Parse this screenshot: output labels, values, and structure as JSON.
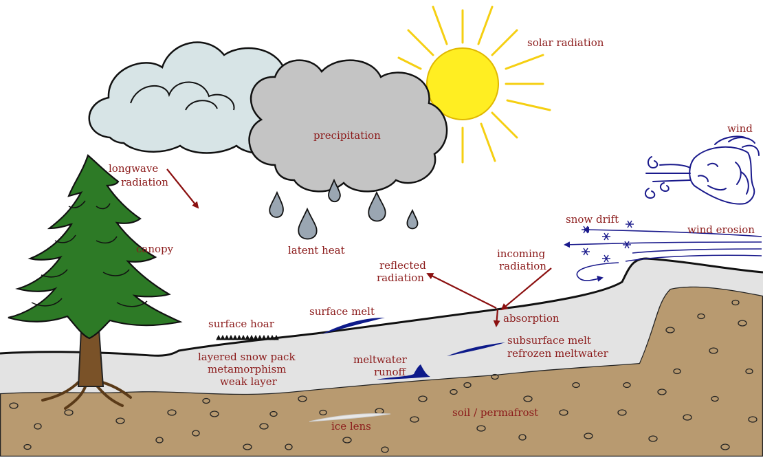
{
  "labels": {
    "solar_radiation": "solar radiation",
    "wind": "wind",
    "precipitation": "precipitation",
    "longwave_line1": "longwave",
    "longwave_line2": "radiation",
    "latent_heat": "latent heat",
    "canopy": "canopy",
    "snow_drift": "snow drift",
    "wind_erosion": "wind erosion",
    "incoming_line1": "incoming",
    "incoming_line2": "radiation",
    "reflected_line1": "reflected",
    "reflected_line2": "radiation",
    "surface_melt": "surface melt",
    "surface_hoar": "surface hoar",
    "absorption": "absorption",
    "layered_snow_pack": "layered snow pack",
    "metamorphism": "metamorphism",
    "weak_layer": "weak layer",
    "meltwater_line1": "meltwater",
    "meltwater_line2": "runoff",
    "subsurface_melt": "subsurface melt",
    "refrozen_meltwater": "refrozen meltwater",
    "soil_permafrost": "soil / permafrost",
    "ice_lens": "ice lens"
  },
  "colors": {
    "label_text": "#8b1a1a",
    "soil": "#b89a70",
    "snow": "#e3e3e3",
    "sun": "#ffee22",
    "sun_rays": "#f5cf12",
    "cloud_light": "#d7e4e6",
    "cloud_dark": "#c4c4c4",
    "raindrop": "#9aa6b2",
    "tree": "#2d7a26",
    "trunk": "#7a5228",
    "melt_blue": "#0d1a8a",
    "wind_blue": "#1a1a8c",
    "ice_lens": "#e8e8e8"
  }
}
